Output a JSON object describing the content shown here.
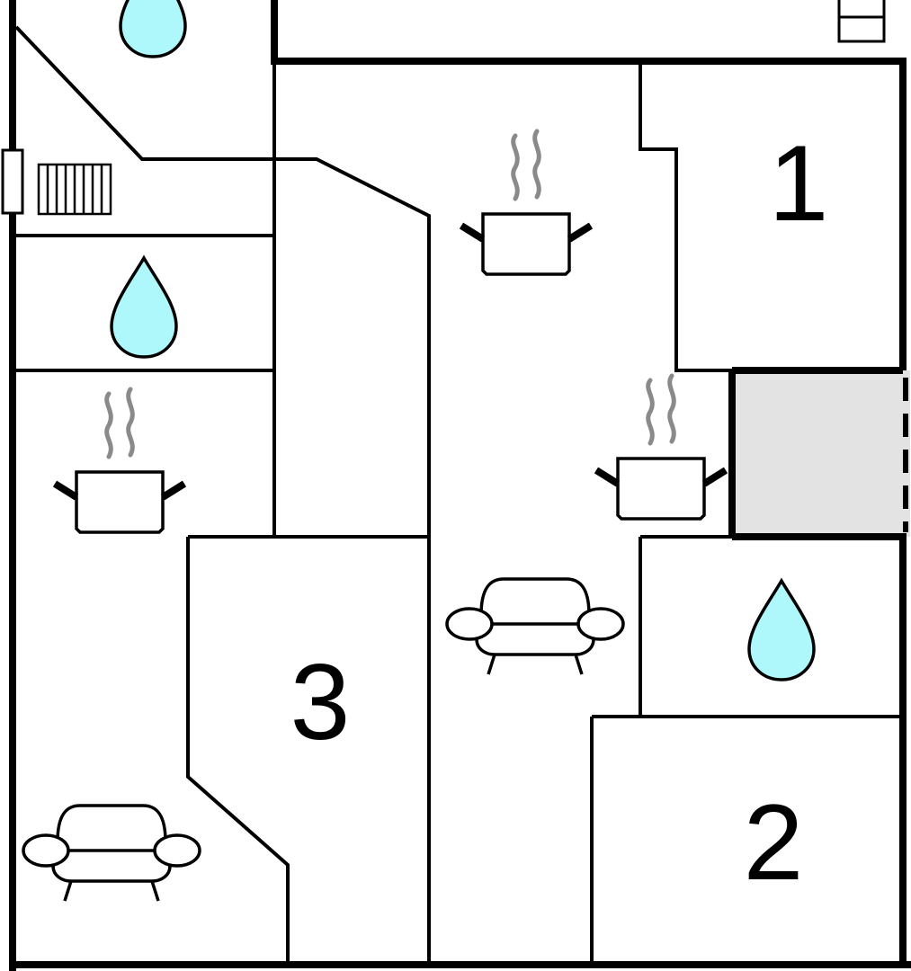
{
  "floorplan": {
    "rooms": [
      {
        "id": "bedroom-1",
        "number": "1"
      },
      {
        "id": "bedroom-2",
        "number": "2"
      },
      {
        "id": "bedroom-3",
        "number": "3"
      }
    ],
    "icons": {
      "bathroom": "water-drop-icon",
      "kitchen": "cooking-pot-icon",
      "living": "sofa-icon",
      "stairs": "stairs-icon"
    },
    "colors": {
      "water": "#AEF7FB",
      "steam": "#8a8a8a",
      "balcony": "#e3e3e3",
      "wall": "#000000"
    }
  }
}
